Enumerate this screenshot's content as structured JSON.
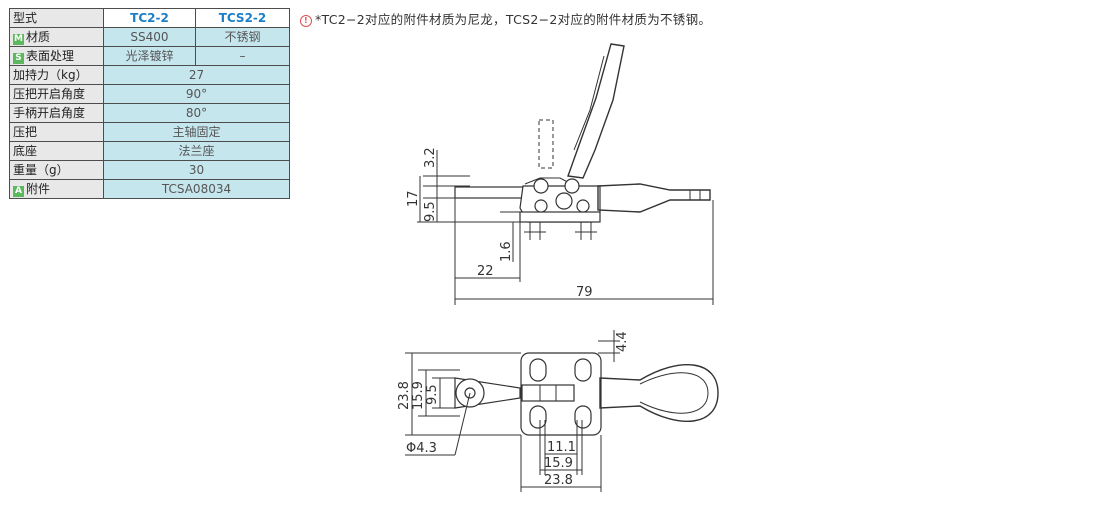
{
  "table": {
    "header": {
      "label": "型式",
      "col1": "TC2-2",
      "col2": "TCS2-2"
    },
    "rows": [
      {
        "badge": "M",
        "label": "材质",
        "v1": "SS400",
        "v2": "不锈钢"
      },
      {
        "badge": "S",
        "label": "表面处理",
        "v1": "光泽镀锌",
        "v2": "–"
      },
      {
        "label": "加持力（kg）",
        "v": "27"
      },
      {
        "label": "压把开启角度",
        "v": "90°"
      },
      {
        "label": "手柄开启角度",
        "v": "80°"
      },
      {
        "label": "压把",
        "v": "主轴固定"
      },
      {
        "label": "底座",
        "v": "法兰座"
      },
      {
        "label": "重量（g）",
        "v": "30"
      },
      {
        "badge": "A",
        "label": "附件",
        "v": "TCSA08034"
      }
    ]
  },
  "note": "*TC2−2对应的附件材质为尼龙，TCS2−2对应的附件材质为不锈钢。",
  "dimensions": {
    "side": {
      "d1": "3.2",
      "d2": "17",
      "d3": "9.5",
      "d4": "1.6",
      "d5": "22",
      "d6": "79"
    },
    "top": {
      "d1": "4.4",
      "d2": "23.8",
      "d3": "15.9",
      "d4": "9.5",
      "d5": "Φ4.3",
      "d6": "11.1",
      "d7": "15.9",
      "d8": "23.8"
    }
  },
  "colors": {
    "accent": "#1a7fc6",
    "value_bg": "#c6e6ee",
    "label_bg": "#e8e8e8",
    "badge": "#5cb85c",
    "warning": "#d9534f"
  }
}
